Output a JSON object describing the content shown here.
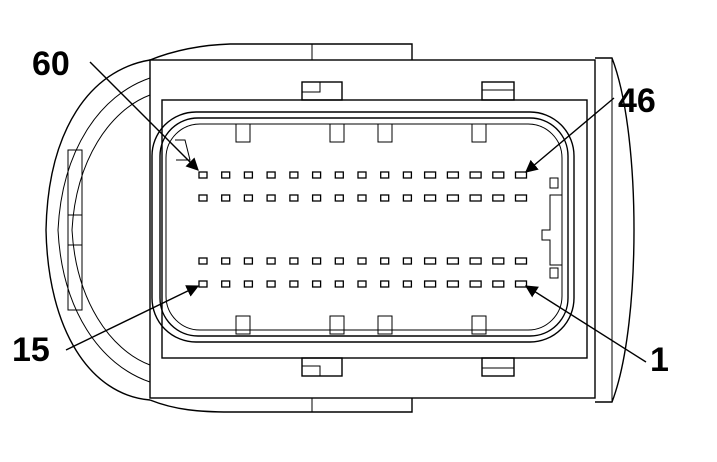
{
  "labels": {
    "top_left": "60",
    "top_right": "46",
    "bottom_left": "15",
    "bottom_right": "1"
  },
  "pin_grid": {
    "rows": 4,
    "columns": 15
  },
  "colors": {
    "stroke": "#000000",
    "background": "#ffffff"
  }
}
